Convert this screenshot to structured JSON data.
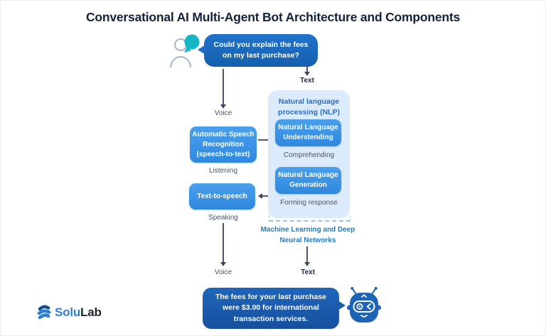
{
  "title": "Conversational AI Multi-Agent Bot Architecture and Components",
  "conversation": {
    "user_query": "Could you explain the fees\non my last purchase?",
    "bot_reply": "The fees for your last purchase\nwere $3.00 for international\ntransaction services."
  },
  "pipeline": {
    "voice_in_label": "Voice",
    "text_in_label": "Text",
    "asr_box": "Automatic Speech\nRecognition\n(speech-to-text)",
    "listening_label": "Listening",
    "tts_box": "Text-to-speech",
    "speaking_label": "Speaking",
    "voice_out_label": "Voice",
    "text_out_label": "Text",
    "nlp": {
      "title": "Natural language\nprocessing (NLP)",
      "nlu_box": "Natural Language\nUnderstending",
      "comprehending_label": "Comprehending",
      "nlg_box": "Natural Language\nGeneration",
      "forming_label": "Forming response"
    },
    "ml_label": "Machine Learning and Deep\nNeural Networks"
  },
  "icons": {
    "person": "user-with-speech-bubble-icon",
    "robot": "chatbot-robot-icon"
  },
  "footer": {
    "logo_part1": "Solu",
    "logo_part2": "Lab"
  },
  "colors": {
    "title_navy": "#13203f",
    "user_bubble_blue": "#1e6dc4",
    "bot_bubble_blue": "#1b5cab",
    "process_box_blue": "#3f96e9",
    "nlp_container_bg": "#dcebfb",
    "nlp_title_blue": "#2b6cc8",
    "ml_label_blue": "#1e7ec4",
    "label_gray": "#4a5568",
    "teal_bubble": "#14b5c4",
    "logo_blue": "#2d7fd6"
  }
}
